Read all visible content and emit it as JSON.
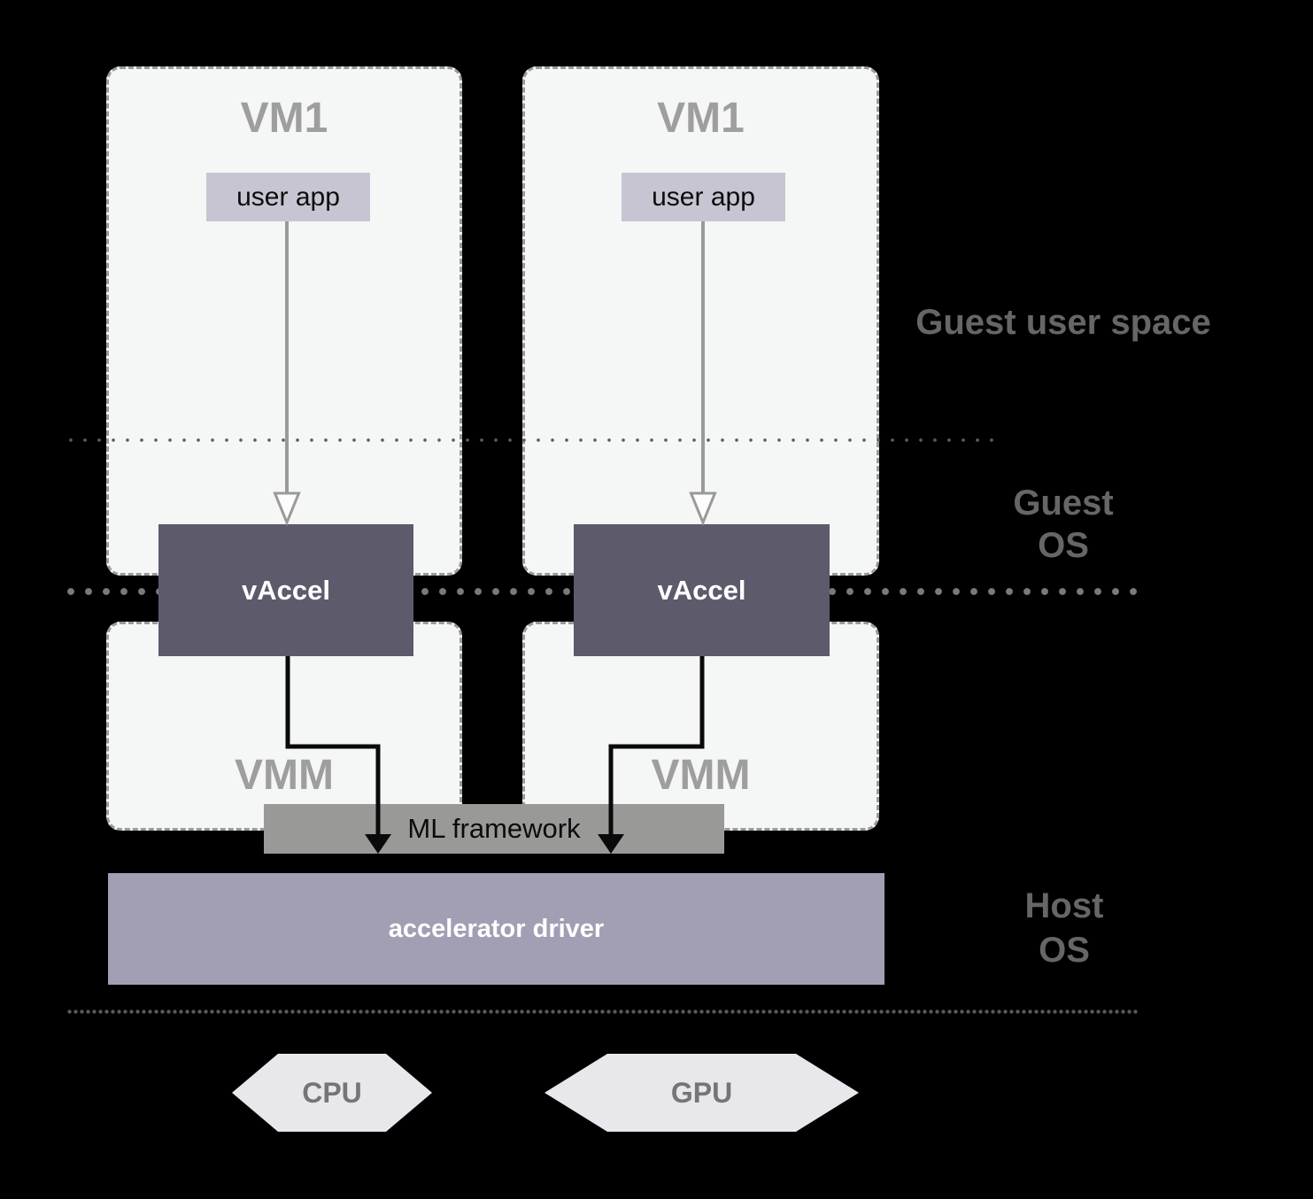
{
  "colors": {
    "background": "#000000",
    "vm_box_fill": "#f5f6f6",
    "vm_box_border": "#9a9a9a",
    "user_app_fill": "#c7c5d1",
    "vaccel_fill": "#5d5a6c",
    "ml_framework_fill": "#999998",
    "accelerator_driver_fill": "#a29fb4",
    "hexagon_fill": "#e8e7ec",
    "section_label_color": "#666666",
    "box_title_color": "#9e9e9e",
    "gray_arrow": "#9a9a9a",
    "black_arrow": "#0a0a0a"
  },
  "vm_left": {
    "title": "VM1",
    "user_app": "user app",
    "vaccel": "vAccel",
    "vmm": "VMM"
  },
  "vm_right": {
    "title": "VM1",
    "user_app": "user app",
    "vaccel": "vAccel",
    "vmm": "VMM"
  },
  "sections": {
    "guest_user_space": "Guest user space",
    "guest_os_line1": "Guest",
    "guest_os_line2": "OS",
    "host_os_line1": "Host",
    "host_os_line2": "OS"
  },
  "host": {
    "ml_framework": "ML framework",
    "accelerator_driver": "accelerator driver",
    "cpu": "CPU",
    "gpu": "GPU"
  }
}
